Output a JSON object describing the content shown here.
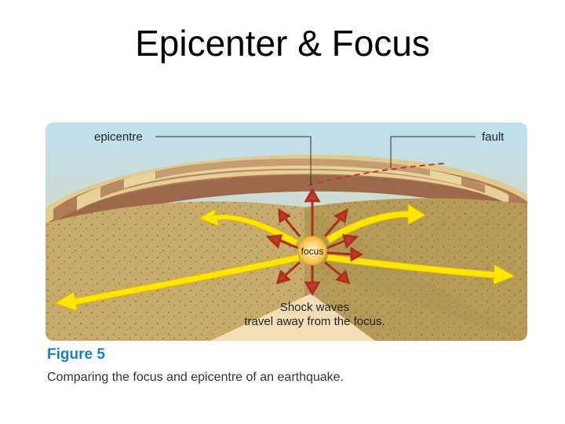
{
  "slide": {
    "title": "Epicenter & Focus"
  },
  "diagram": {
    "labels": {
      "epicentre": "epicentre",
      "fault": "fault",
      "focus": "focus",
      "shock_line1": "Shock waves",
      "shock_line2": "travel away from the focus."
    },
    "colors": {
      "sky_top": "#b9dceb",
      "rock_light": "#d9b873",
      "rock_stripe": "#9c6a4a",
      "ground": "#c9ad6c",
      "ground_dark": "#b39a5a",
      "arrow_yellow": "#ffe600",
      "arrow_red": "#c0392b",
      "focus_fill": "#f5c84c"
    }
  },
  "figure": {
    "label": "Figure 5",
    "caption": "Comparing the focus and epicentre of an earthquake."
  }
}
